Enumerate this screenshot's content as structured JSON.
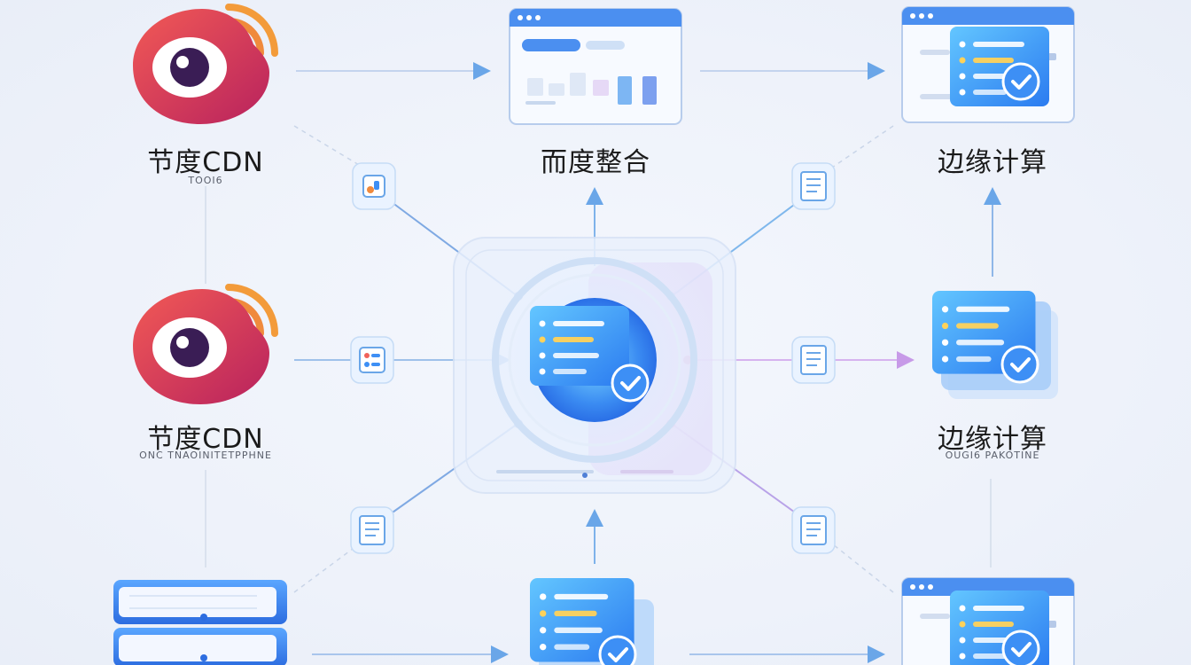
{
  "nodes": {
    "top_left": {
      "label": "节度CDN",
      "sublabel": "TOOI6"
    },
    "mid_left": {
      "label": "节度CDN",
      "sublabel": "ONC TNAOINITETPPHNE"
    },
    "top_center": {
      "label": "而度整合"
    },
    "top_right": {
      "label": "边缘计算"
    },
    "mid_right": {
      "label": "边缘计算",
      "sublabel": "OUGI6 PAKOTINE"
    }
  },
  "icons": {
    "logo": "weibo-eye-icon",
    "hub": "central-checklist-hub-icon",
    "document": "document-icon",
    "stack": "book-stack-icon",
    "check": "check-badge-icon"
  },
  "colors": {
    "accent": "#3d8ff5",
    "accent_light": "#8fd0ff",
    "arrow_blue": "#6aa6e8",
    "arrow_purple": "#c79ae8",
    "logo_red": "#e8424a",
    "logo_orange": "#f08a3c"
  }
}
